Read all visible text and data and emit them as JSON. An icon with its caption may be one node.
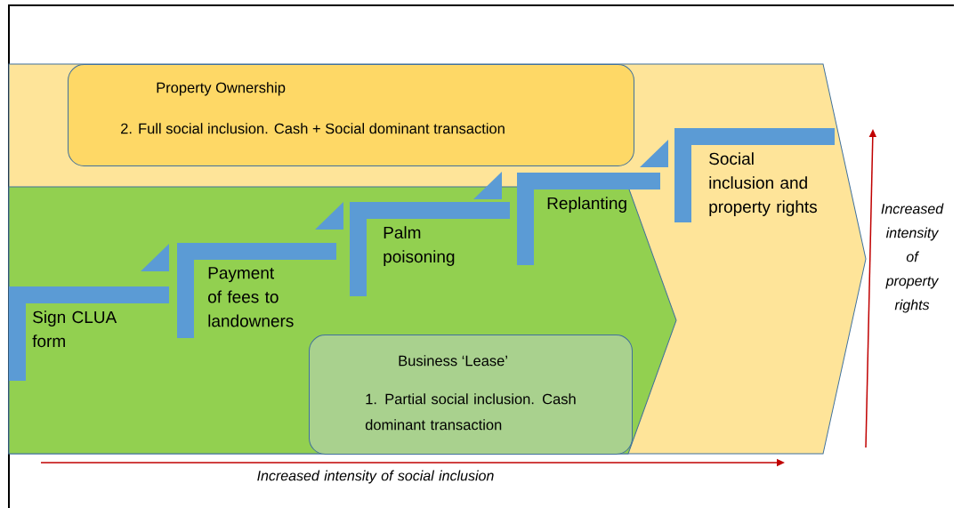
{
  "diagram": {
    "nodes": [
      {
        "text": [],
        "shape": "chevron"
      },
      {
        "text": [],
        "shape": "chevron",
        "in": 0
      },
      {
        "text": [
          "Property Ownership",
          "2.  Full social inclusion. Cash + Social dominant transaction"
        ],
        "in": 0
      },
      {
        "text": [
          "Business ‘Lease’",
          "1. Partial social inclusion. Cash dominant transaction"
        ],
        "in": 1
      },
      {
        "text": [
          "Sign CLUA form"
        ],
        "in": 1
      },
      {
        "text": [
          "Payment of fees to landowners"
        ],
        "in": 1
      },
      {
        "text": [
          "Palm poisoning"
        ],
        "in": 1
      },
      {
        "text": [
          "Replanting"
        ],
        "in": 1
      },
      {
        "text": [
          "Social inclusion and property rights"
        ],
        "in": 0
      }
    ],
    "labels": [
      "Increased intensity of property rights",
      "Increased intensity of social inclusion"
    ]
  }
}
